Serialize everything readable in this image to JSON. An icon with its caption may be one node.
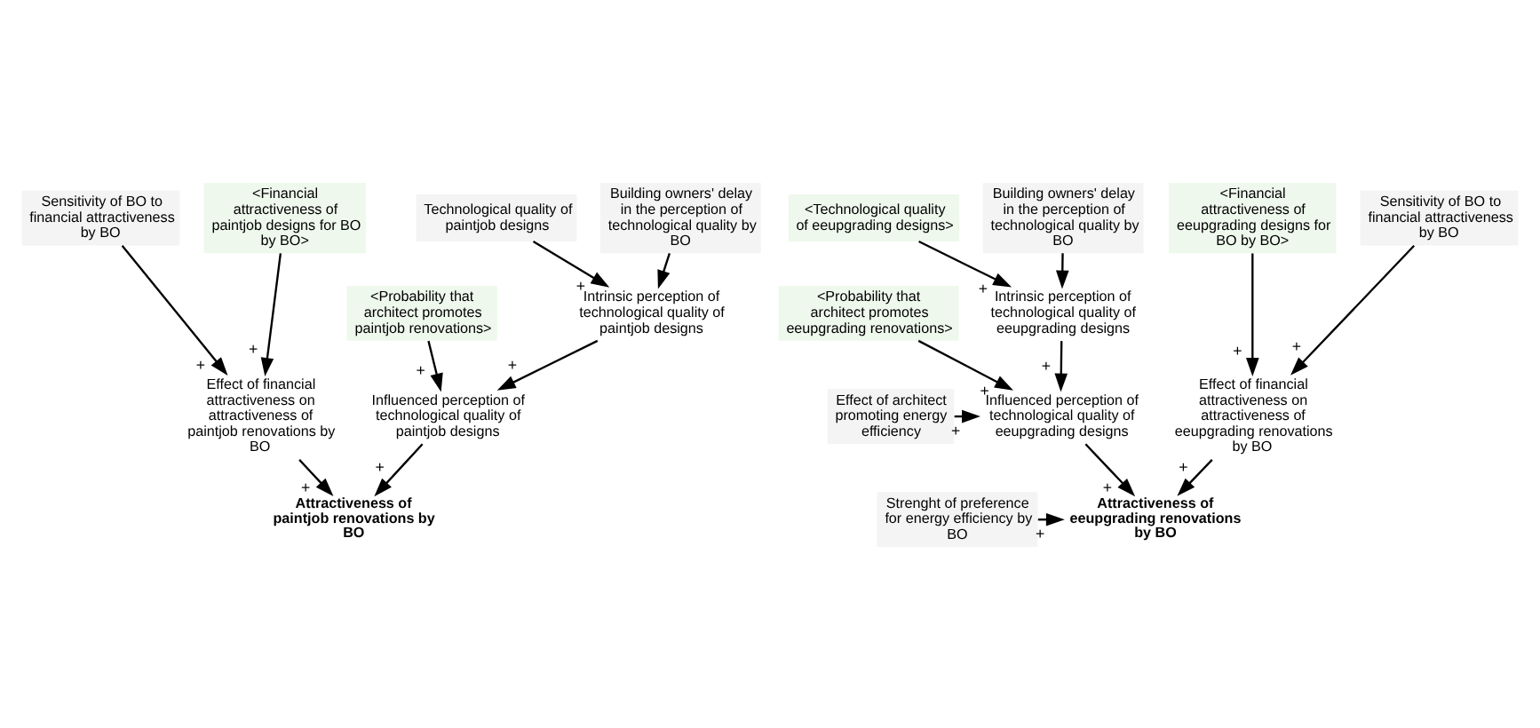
{
  "diagram": {
    "nodes": [
      {
        "text": [
          "Technological quality of paintjob designs"
        ]
      },
      {
        "text": [
          "Sensitivity of BO to financial attractiveness by BO"
        ]
      },
      {
        "text": [
          "Building owners' delay in the perception of technological quality by BO"
        ]
      },
      {
        "text": [
          "<Financial attractiveness of paintjob designs for BO by BO>"
        ]
      },
      {
        "text": [
          "Intrinsic perception of technological quality of paintjob designs"
        ]
      },
      {
        "text": [
          "Effect of financial attractiveness on attractiveness of paintjob renovations by BO"
        ]
      },
      {
        "text": [
          "<Probability that architect promotes paintjob renovations>"
        ]
      },
      {
        "text": [
          "Influenced perception of technological quality of paintjob designs"
        ]
      },
      {
        "text": [
          "Attractiveness of paintjob renovations by BO"
        ]
      },
      {
        "text": [
          "<Technological quality of eeupgrading designs>"
        ]
      },
      {
        "text": [
          "Sensitivity of BO to financial attractiveness by BO"
        ]
      },
      {
        "text": [
          "Building owners' delay in the perception of technological quality by BO"
        ]
      },
      {
        "text": [
          "<Financial attractiveness of eeupgrading designs for BO by BO>"
        ]
      },
      {
        "text": [
          "Intrinsic perception of technological quality of eeupgrading designs"
        ]
      },
      {
        "text": [
          "Effect of financial attractiveness on attractiveness of eeupgrading renovations by BO"
        ]
      },
      {
        "text": [
          "<Probability that architect promotes eeupgrading renovations>"
        ]
      },
      {
        "text": [
          "Influenced perception of technological quality of eeupgrading designs"
        ]
      },
      {
        "text": [
          "Effect of architect promoting energy efficiency"
        ]
      },
      {
        "text": [
          "Attractiveness of eeupgrading renovations by BO"
        ]
      },
      {
        "text": [
          "Strenght of preference for energy efficiency by BO"
        ]
      }
    ],
    "edges": [
      {
        "from": 0,
        "to": 4,
        "arrow": "to",
        "label": "+"
      },
      {
        "from": 2,
        "to": 4,
        "arrow": "to"
      },
      {
        "from": 3,
        "to": 5,
        "arrow": "to",
        "label": "+"
      },
      {
        "from": 1,
        "to": 5,
        "arrow": "to",
        "label": "+"
      },
      {
        "from": 4,
        "to": 7,
        "arrow": "to",
        "label": "+"
      },
      {
        "from": 6,
        "to": 7,
        "arrow": "to",
        "label": "+"
      },
      {
        "from": 7,
        "to": 8,
        "arrow": "to",
        "label": "+"
      },
      {
        "from": 5,
        "to": 8,
        "arrow": "to",
        "label": "+"
      },
      {
        "from": 9,
        "to": 13,
        "arrow": "to",
        "label": "+"
      },
      {
        "from": 11,
        "to": 13,
        "arrow": "to"
      },
      {
        "from": 12,
        "to": 14,
        "arrow": "to",
        "label": "+"
      },
      {
        "from": 10,
        "to": 14,
        "arrow": "to",
        "label": "+"
      },
      {
        "from": 13,
        "to": 16,
        "arrow": "to",
        "label": "+"
      },
      {
        "from": 15,
        "to": 16,
        "arrow": "to",
        "label": "+"
      },
      {
        "from": 17,
        "to": 16,
        "arrow": "to",
        "label": "+"
      },
      {
        "from": 16,
        "to": 18,
        "arrow": "to",
        "label": "+"
      },
      {
        "from": 14,
        "to": 18,
        "arrow": "to",
        "label": "+"
      },
      {
        "from": 19,
        "to": 18,
        "arrow": "to",
        "label": "+"
      }
    ]
  }
}
